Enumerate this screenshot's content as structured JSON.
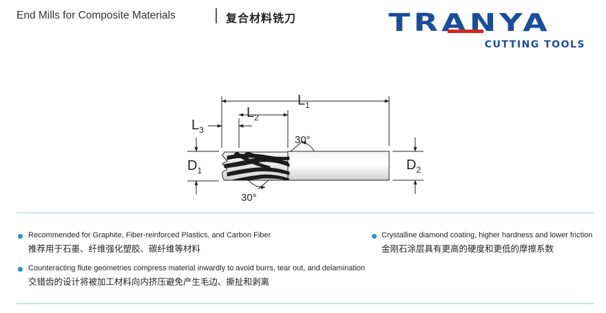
{
  "header": {
    "title_en": "End Mills for Composite Materials",
    "title_cn": "复合材料铣刀"
  },
  "logo": {
    "brand": "TRANYA",
    "tagline": "CUTTING TOOLS",
    "colors": {
      "blue": "#1a4e9b",
      "red": "#d8251f"
    }
  },
  "drawing": {
    "dim_l1": "L",
    "dim_l1_sub": "1",
    "dim_l2": "L",
    "dim_l2_sub": "2",
    "dim_l3": "L",
    "dim_l3_sub": "3",
    "dim_d1": "D",
    "dim_d1_sub": "1",
    "dim_d2": "D",
    "dim_d2_sub": "2",
    "angle_top": "30°",
    "angle_bottom": "30°"
  },
  "features": [
    {
      "en": "Recommended for Graphite, Fiber-reinforced Plastics, and Carbon Fiber",
      "cn": "推荐用于石墨、纤维强化塑胶、碳纤维等材料"
    },
    {
      "en": "Crystalline diamond coating, higher hardness and lower friction",
      "cn": "金刚石涂层具有更高的硬度和更低的摩擦系数"
    },
    {
      "en": "Counteracting flute geometries compress material inwardly to avoid burrs, tear out, and delamination",
      "cn": "交错齿的设计将被加工材料向内挤压避免产生毛边、撕扯和剥离"
    }
  ],
  "accent_color": "#2a8fd6"
}
